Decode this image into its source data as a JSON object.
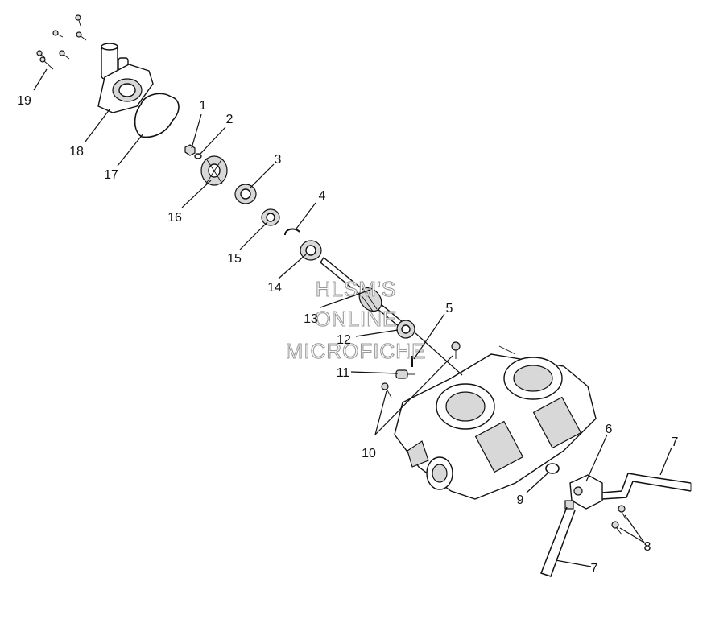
{
  "watermark": {
    "line1": "HLSM'S",
    "line2": "ONLINE",
    "line3": "MICROFICHE"
  },
  "callouts": {
    "c1": "1",
    "c2": "2",
    "c3": "3",
    "c4": "4",
    "c5": "5",
    "c6": "6",
    "c7a": "7",
    "c7b": "7",
    "c8": "8",
    "c9": "9",
    "c10": "10",
    "c11": "11",
    "c12": "12",
    "c13": "13",
    "c14": "14",
    "c15": "15",
    "c16": "16",
    "c17": "17",
    "c18": "18",
    "c19": "19"
  }
}
